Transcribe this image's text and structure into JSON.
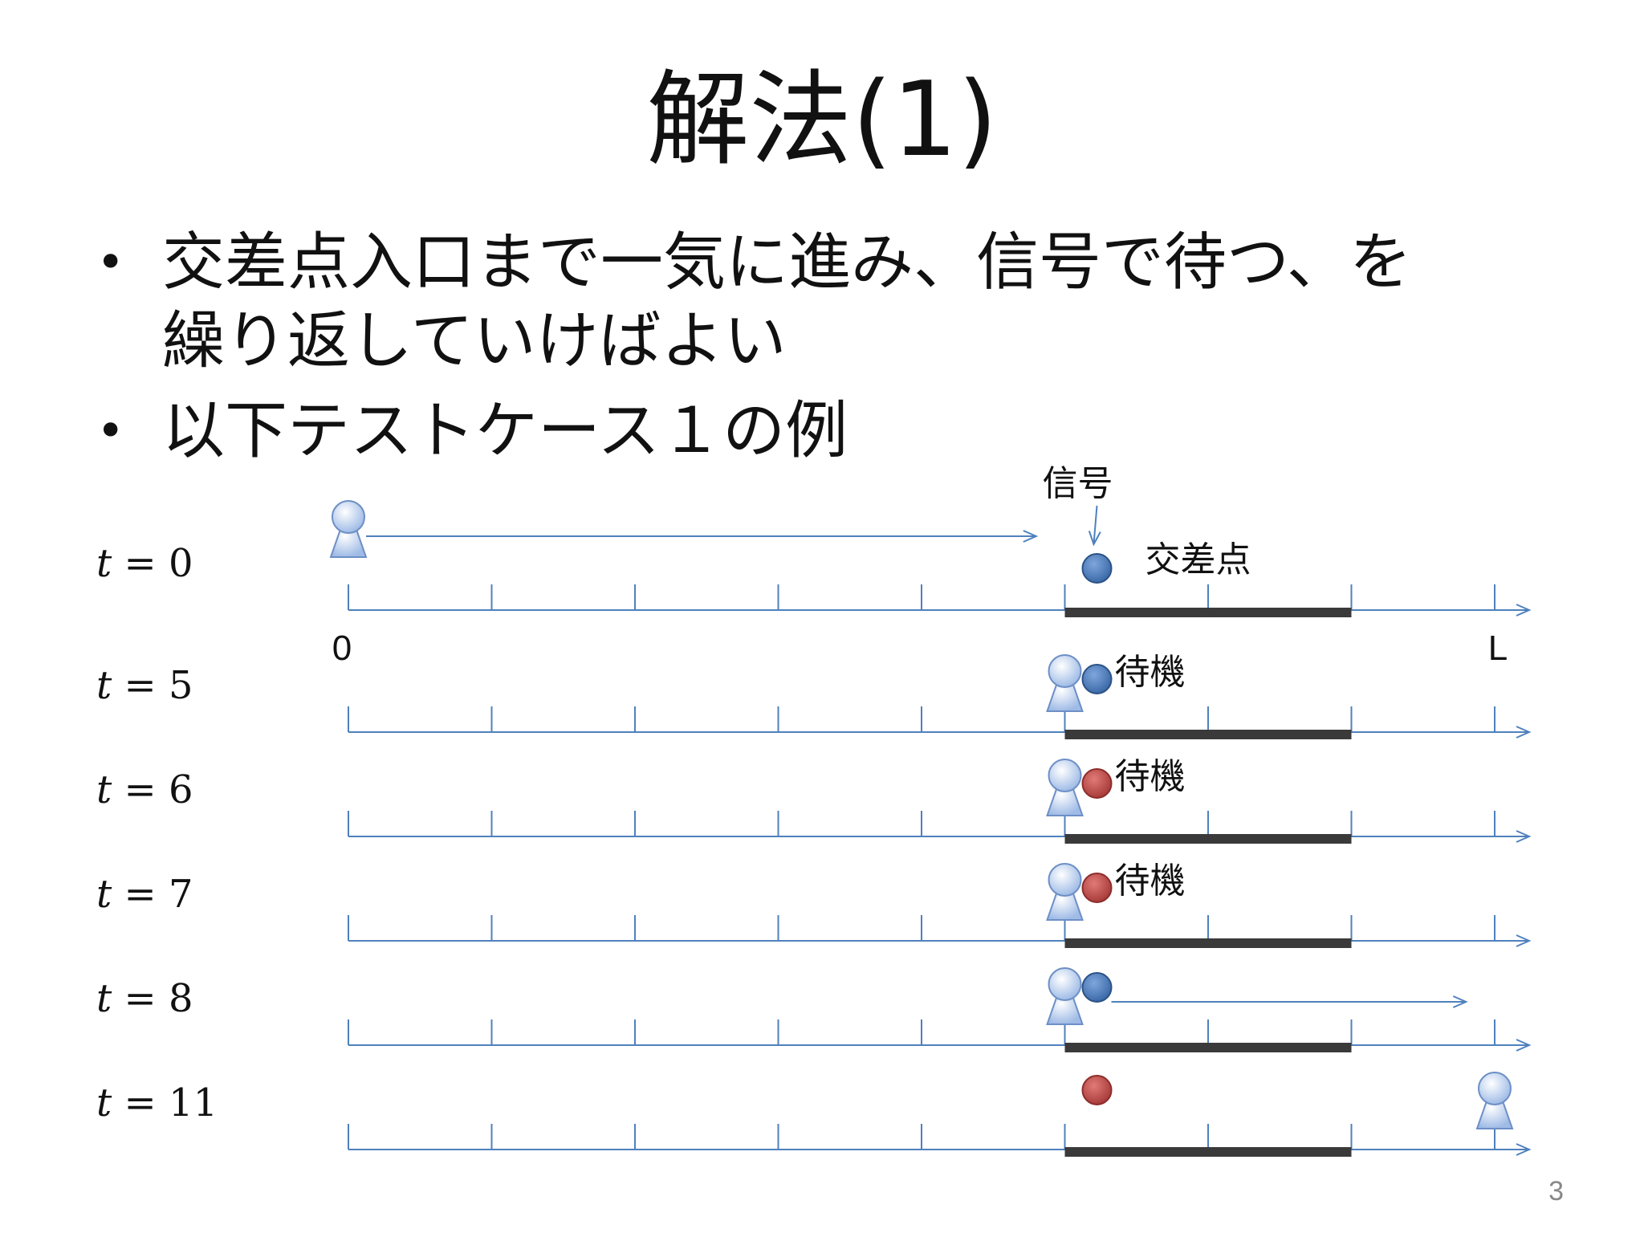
{
  "slide": {
    "title": "解法(1)",
    "bullets": [
      {
        "marker": "•",
        "lines": [
          "交差点入口まで一気に進み、信号で待つ、を",
          "繰り返していけばよい"
        ]
      },
      {
        "marker": "•",
        "lines": [
          "以下テストケース１の例"
        ]
      }
    ],
    "page_number": "3"
  },
  "diagram": {
    "axis_start_label": "0",
    "axis_end_label": "L",
    "signal_label": "信号",
    "intersection_label": "交差点",
    "tick_count": 9,
    "intersection_span_ticks": [
      5,
      7
    ],
    "colors": {
      "axis": "#4f81bd",
      "intersection": "#3a3a3a",
      "signal_blue": "#4a7ebb",
      "signal_red": "#c0504d",
      "person": "#b9d0f5"
    },
    "rows": [
      {
        "time_label": "t = 0",
        "person_tick": 0,
        "signal": "blue",
        "note": "",
        "move_arrow_to_tick": 4.8
      },
      {
        "time_label": "t = 5",
        "person_tick": 5,
        "signal": "blue",
        "note": "待機",
        "move_arrow_to_tick": null
      },
      {
        "time_label": "t = 6",
        "person_tick": 5,
        "signal": "red",
        "note": "待機",
        "move_arrow_to_tick": null
      },
      {
        "time_label": "t = 7",
        "person_tick": 5,
        "signal": "red",
        "note": "待機",
        "move_arrow_to_tick": null
      },
      {
        "time_label": "t = 8",
        "person_tick": 5,
        "signal": "blue",
        "note": "",
        "move_arrow_to_tick": 7.8
      },
      {
        "time_label": "t = 11",
        "person_tick": 8,
        "signal": "red",
        "note": "",
        "move_arrow_to_tick": null
      }
    ]
  }
}
